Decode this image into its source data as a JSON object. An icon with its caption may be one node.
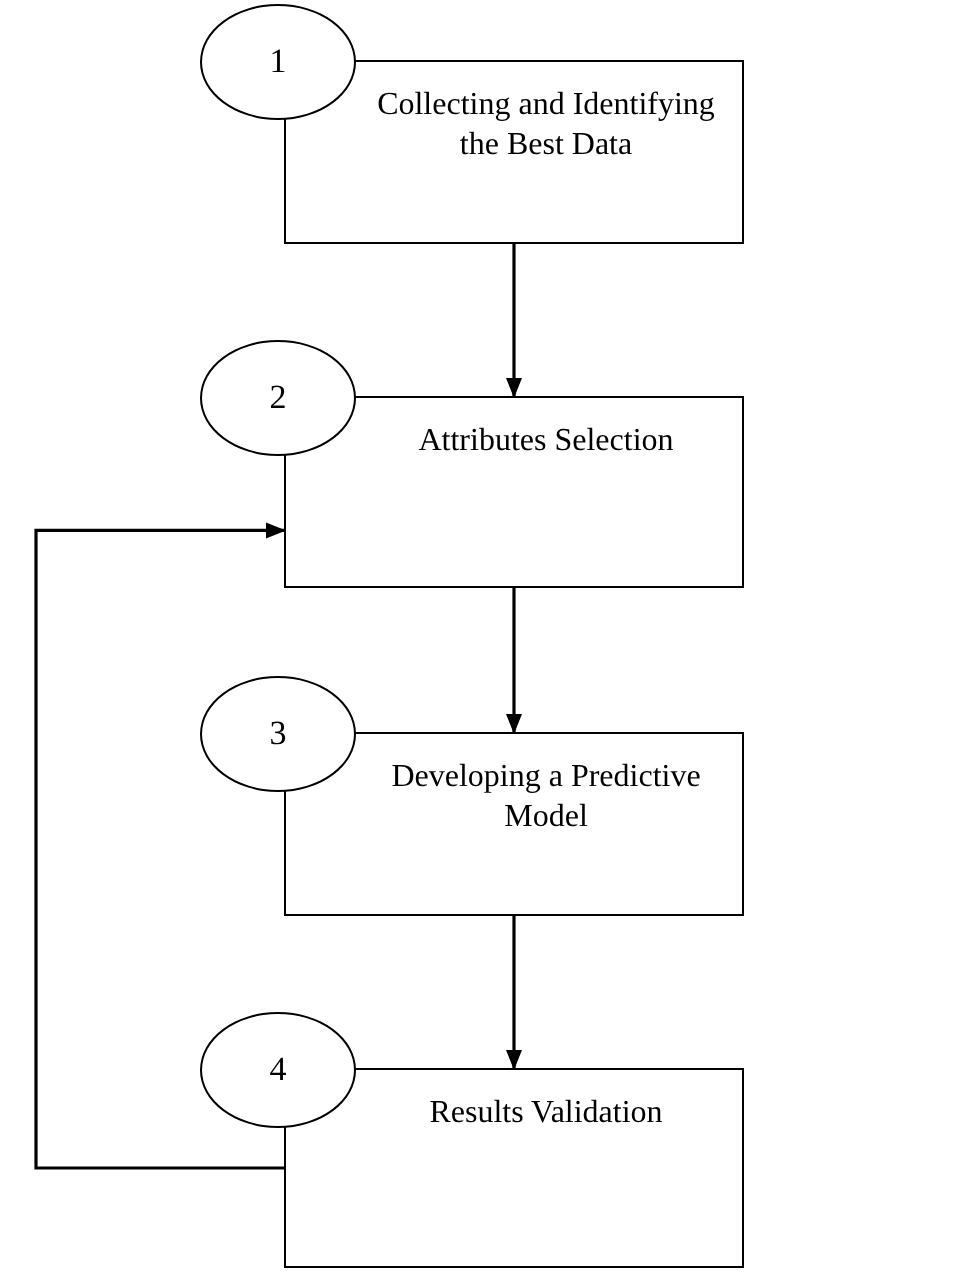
{
  "diagram": {
    "nodes": [
      {
        "text": [
          "1"
        ]
      },
      {
        "text": [
          "Collecting and Identifying the Best Data"
        ]
      },
      {
        "text": [
          "2"
        ]
      },
      {
        "text": [
          "Attributes Selection"
        ]
      },
      {
        "text": [
          "3"
        ]
      },
      {
        "text": [
          "Developing a Predictive Model"
        ]
      },
      {
        "text": [
          "4"
        ]
      },
      {
        "text": [
          "Results Validation"
        ]
      }
    ],
    "edges": [
      {
        "from": 1,
        "to": 3,
        "arrow": "to"
      },
      {
        "from": 3,
        "to": 5,
        "arrow": "to"
      },
      {
        "from": 5,
        "to": 7,
        "arrow": "to"
      },
      {
        "from": 7,
        "to": 3,
        "arrow": "to"
      }
    ]
  }
}
